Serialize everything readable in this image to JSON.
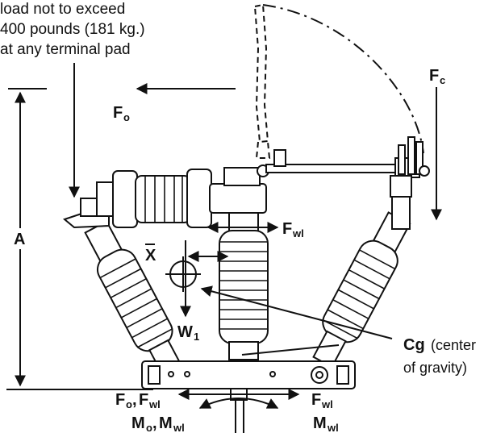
{
  "note": {
    "line1": "load not to exceed",
    "line2": "400 pounds (181 kg.)",
    "line3": "at any terminal pad"
  },
  "labels": {
    "A": "A",
    "Fo_main": "F",
    "Fo_sub": "o",
    "Fc_main": "F",
    "Fc_sub": "c",
    "Fwl_main": "F",
    "Fwl_sub": "wl",
    "Xbar": "X",
    "W1_main": "W",
    "W1_sub": "1",
    "Cg": "Cg",
    "Cg_desc1": "(center",
    "Cg_desc2": "of gravity)",
    "base_left_F1": "F",
    "base_left_F1_sub": "o",
    "base_left_sep": ",",
    "base_left_F2": "F",
    "base_left_F2_sub": "wl",
    "base_right_F": "F",
    "base_right_F_sub": "wl",
    "moment_left_M1": "M",
    "moment_left_M1_sub": "o",
    "moment_left_sep": ",",
    "moment_left_M2": "M",
    "moment_left_M2_sub": "wl",
    "moment_right_M": "M",
    "moment_right_M_sub": "wl"
  }
}
